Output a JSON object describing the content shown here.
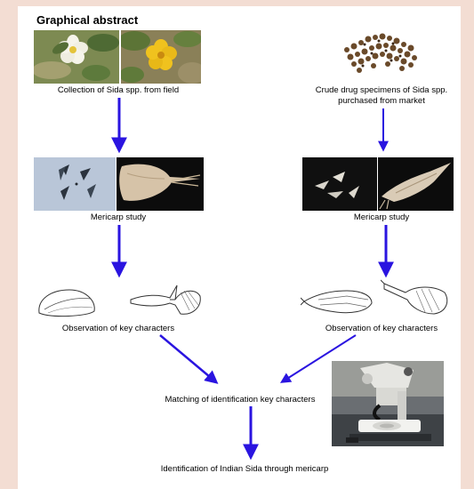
{
  "title": "Graphical abstract",
  "captions": {
    "collection": "Collection of Sida spp. from field",
    "crude_line1": "Crude drug specimens of Sida spp.",
    "crude_line2": "purchased from market",
    "mericarp_left": "Mericarp study",
    "mericarp_right": "Mericarp study",
    "observation_left": "Observation of key characters",
    "observation_right": "Observation of key characters",
    "matching": "Matching of identification key characters",
    "identification": "Identification of Indian Sida through mericarp"
  },
  "colors": {
    "arrow": "#2a14e0",
    "background": "#f3ddd3"
  }
}
